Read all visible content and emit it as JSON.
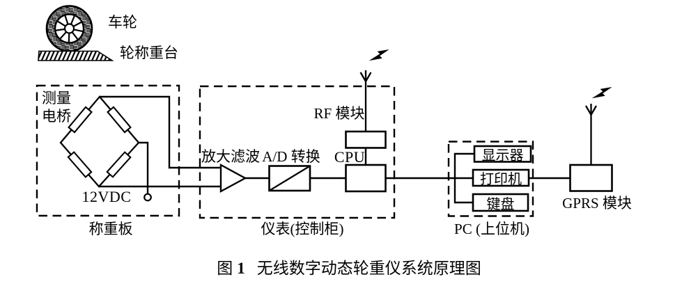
{
  "scene": {
    "wheel_label": "车轮",
    "platform_label": "轮称重台"
  },
  "weighing_board": {
    "box_label": "称重板",
    "bridge_label_line1": "测量",
    "bridge_label_line2": "电桥",
    "supply_label": "12VDC"
  },
  "cabinet": {
    "box_label": "仪表(控制柜)",
    "amplifier_label": "放大滤波",
    "adc_label": "A/D 转换",
    "cpu_label": "CPU",
    "rf_label": "RF 模块"
  },
  "pc": {
    "box_label": "PC (上位机)",
    "display_label": "显示器",
    "printer_label": "打印机",
    "keyboard_label": "键盘"
  },
  "gprs": {
    "label": "GPRS 模块"
  },
  "caption": {
    "figure_label": "图",
    "figure_number": "1",
    "title": "无线数字动态轮重仪系统原理图"
  },
  "colors": {
    "ink": "#000000",
    "paper": "#ffffff"
  },
  "icons": [
    "wheel-icon",
    "weighing-platform-icon",
    "antenna-icon",
    "lightning-bolt-icon",
    "terminal-node-icon",
    "amplifier-symbol",
    "adc-symbol"
  ]
}
